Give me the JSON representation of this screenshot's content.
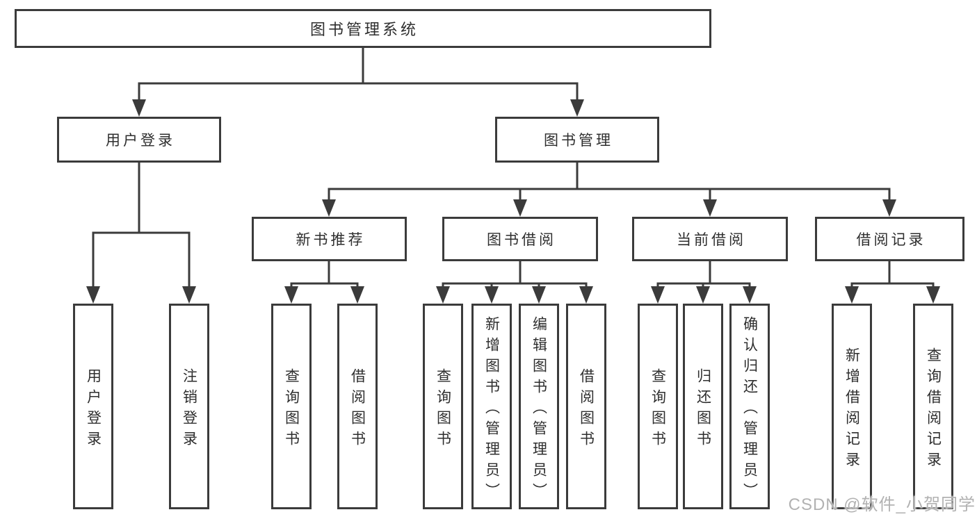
{
  "nodes": {
    "root": "图书管理系统",
    "user_login": "用户登录",
    "book_mgmt": "图书管理",
    "new_book_rec": "新书推荐",
    "book_borrow": "图书借阅",
    "current_borrow": "当前借阅",
    "borrow_records": "借阅记录",
    "leaf_user_login": "用户登录",
    "leaf_logout": "注销登录",
    "leaf_query_book_a": "查询图书",
    "leaf_borrow_book_a": "借阅图书",
    "leaf_query_book_b": "查询图书",
    "leaf_add_book": "新增图书（管理员）",
    "leaf_edit_book": "编辑图书（管理员）",
    "leaf_borrow_book_b": "借阅图书",
    "leaf_query_book_c": "查询图书",
    "leaf_return_book": "归还图书",
    "leaf_confirm_return": "确认归还（管理员）",
    "leaf_add_record": "新增借阅记录",
    "leaf_query_record": "查询借阅记录"
  },
  "watermark": "CSDN @软件_小贺同学",
  "colors": {
    "line": "#3b3b3b",
    "text": "#2e2e2e",
    "watermark": "#b2b2b2",
    "background": "#ffffff"
  }
}
